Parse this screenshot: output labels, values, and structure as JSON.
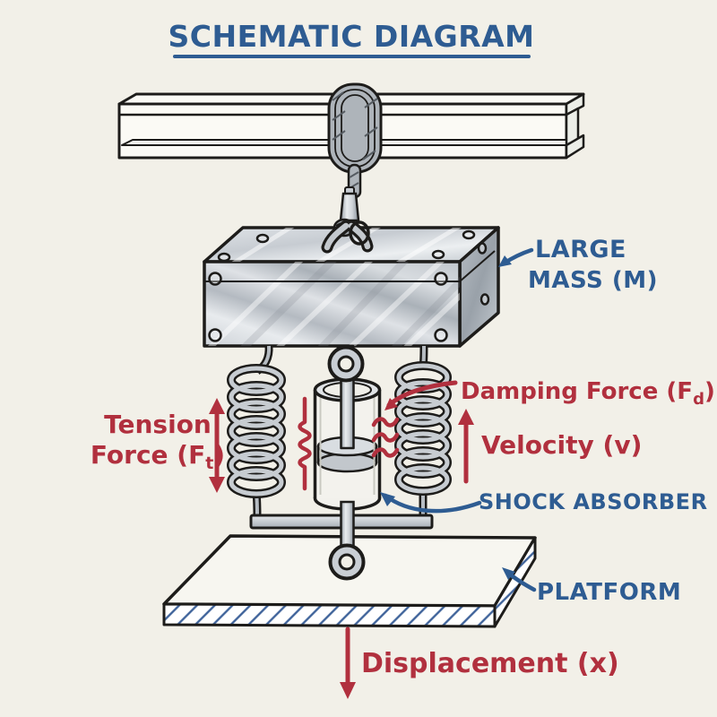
{
  "title": "SCHEMATIC DIAGRAM",
  "colors": {
    "bg": "#f2f0e8",
    "ink": "#1d1c1a",
    "blue": "#2e5c92",
    "red": "#b1303e",
    "hatch": "#3f639a",
    "steel": "#c9ced4",
    "rope": "#aeb4ba"
  },
  "labels": {
    "large_mass": {
      "line1": "LARGE",
      "line2": "MASS (M)"
    },
    "damping": {
      "pre": "Damping Force (F",
      "sub": "d",
      "post": ")"
    },
    "velocity": "Velocity (v)",
    "tension": {
      "line1": "Tension",
      "line2_pre": "Force (F",
      "line2_sub": "t",
      "line2_post": ")"
    },
    "shock_absorber": "SHOCK ABSORBER",
    "platform": "PLATFORM",
    "displacement": "Displacement (x)"
  }
}
